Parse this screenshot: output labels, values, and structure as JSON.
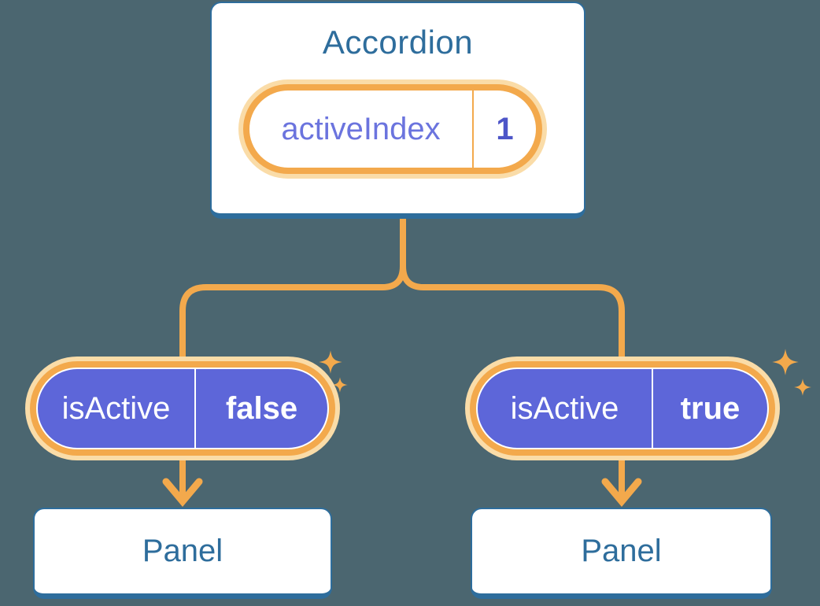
{
  "diagram": {
    "background": "#4B6670",
    "accordion": {
      "title": "Accordion",
      "pill": {
        "label": "activeIndex",
        "value": "1"
      }
    },
    "children": [
      {
        "pill": {
          "label": "isActive",
          "value": "false"
        },
        "panel": {
          "title": "Panel"
        }
      },
      {
        "pill": {
          "label": "isActive",
          "value": "true"
        },
        "panel": {
          "title": "Panel"
        }
      }
    ]
  },
  "colors": {
    "background": "#4B6670",
    "card_border_blue": "#2E6D9C",
    "card_text_blue": "#2E6D9C",
    "accent_orange": "#F3A94C",
    "halo_orange": "#FADCA8",
    "pill_purple": "#5D66D9",
    "pill_label_purple": "#6B74DE",
    "pill_value_indigo": "#4D55C8",
    "text_white": "#FFFFFF"
  },
  "icons": {
    "sparkle-icon": "✦",
    "arrow-down-icon": "↓"
  }
}
